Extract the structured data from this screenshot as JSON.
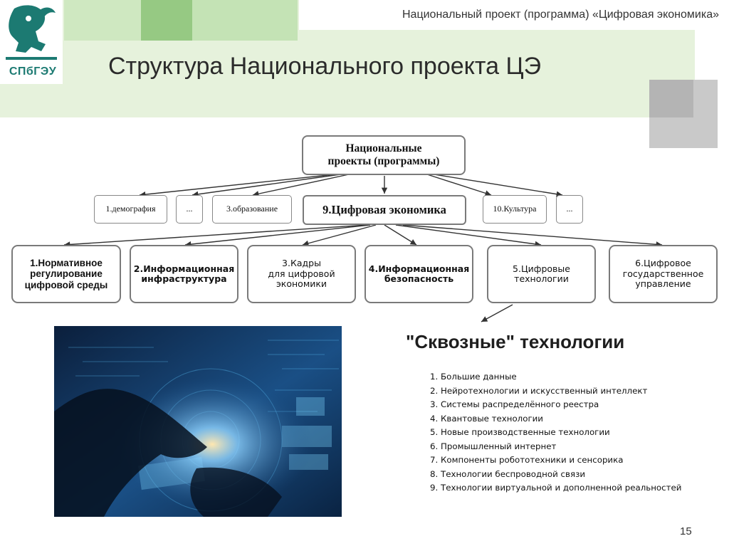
{
  "header": {
    "org_logo_text": "СПбГЭУ",
    "top_line": "Национальный проект (программа) «Цифровая экономика»",
    "title": "Структура Национального проекта ЦЭ"
  },
  "diagram": {
    "root": [
      "Национальные",
      "проекты (программы)"
    ],
    "projects": {
      "p1": "1.демография",
      "dots1": "...",
      "p3": "3.образование",
      "p9": "9.Цифровая экономика",
      "p10": "10.Культура",
      "dots2": "..."
    },
    "subprojects": {
      "s1": [
        "1.Нормативное",
        "регулирование",
        "цифровой среды"
      ],
      "s2": [
        "2.Информационная",
        "инфраструктура"
      ],
      "s3": [
        "3.Кадры",
        "для цифровой",
        "экономики"
      ],
      "s4": [
        "4.Информационная",
        "безопасность"
      ],
      "s5": [
        "5.Цифровые",
        "технологии"
      ],
      "s6": [
        "6.Цифровое",
        "государственное",
        "управление"
      ]
    }
  },
  "technologies": {
    "title": "\"Сквозные\" технологии",
    "items": [
      "1. Большие данные",
      "2. Нейротехнологии и искусственный интеллект",
      "3. Системы распределённого реестра",
      "4. Квантовые технологии",
      "5. Новые производственные технологии",
      "6. Промышленный интернет",
      "7. Компоненты робототехники и сенсорика",
      "8. Технологии беспроводной связи",
      "9. Технологии виртуальной и дополненной реальностей"
    ]
  },
  "footer": {
    "page_number": "15"
  },
  "colors": {
    "band_light": "#e6f2dc",
    "band_mid": "#bcdfae",
    "band_dark": "#90c67c",
    "gray_square": "#c3c3c3",
    "logo_teal": "#1c7a72",
    "node_border": "#7a7a7a"
  }
}
